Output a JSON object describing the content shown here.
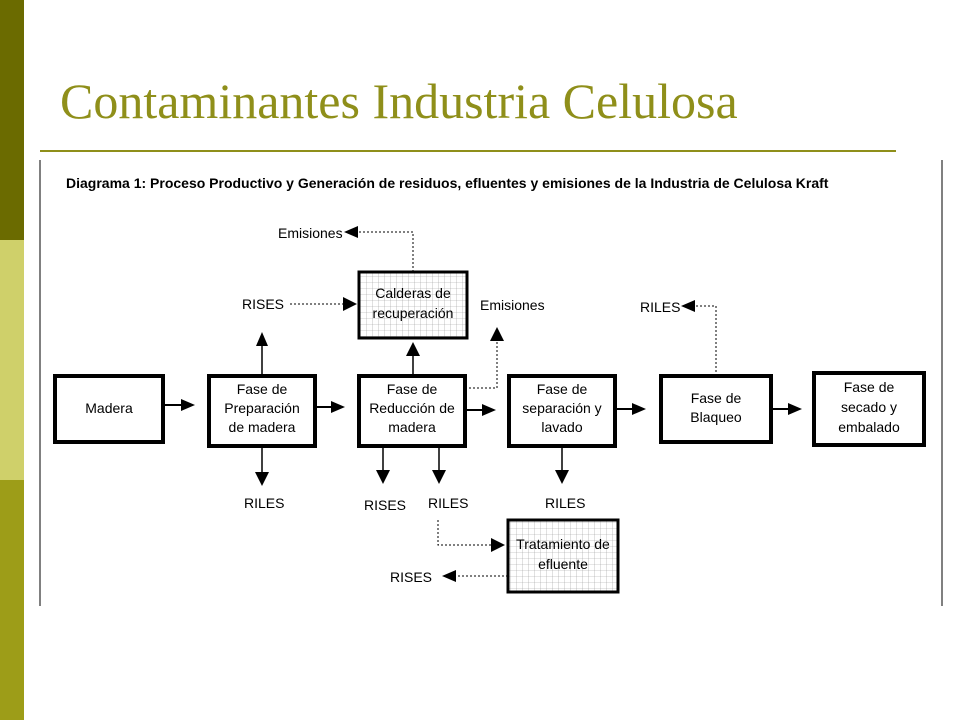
{
  "colors": {
    "accent": "#8f8f1a",
    "bar_dark": "#6b6b00",
    "bar_light": "#cfd06a",
    "bar_mid": "#9d9d18"
  },
  "slide": {
    "title": "Contaminantes Industria Celulosa"
  },
  "diagram": {
    "caption": "Diagrama 1: Proceso Productivo y Generación de residuos, efluentes y emisiones de la Industria de Celulosa Kraft",
    "boxes": {
      "madera": [
        "Madera"
      ],
      "preparacion": [
        "Fase de",
        "Preparación",
        "de madera"
      ],
      "reduccion": [
        "Fase de",
        "Reducción de",
        "madera"
      ],
      "separacion": [
        "Fase de",
        "separación y",
        "lavado"
      ],
      "blaqueo": [
        "Fase de",
        "Blaqueo"
      ],
      "secado": [
        "Fase de",
        "secado y",
        "embalado"
      ],
      "calderas": [
        "Calderas de",
        "recuperación"
      ],
      "tratamiento": [
        "Tratamiento de",
        "efluente"
      ]
    },
    "outputs": {
      "emisiones_top": "Emisiones",
      "rises_prep": "RISES",
      "emisiones_red": "Emisiones",
      "riles_blaq": "RILES",
      "riles_prep": "RILES",
      "rises_red": "RISES",
      "riles_red": "RILES",
      "riles_sep": "RILES",
      "rises_trat": "RISES"
    }
  }
}
